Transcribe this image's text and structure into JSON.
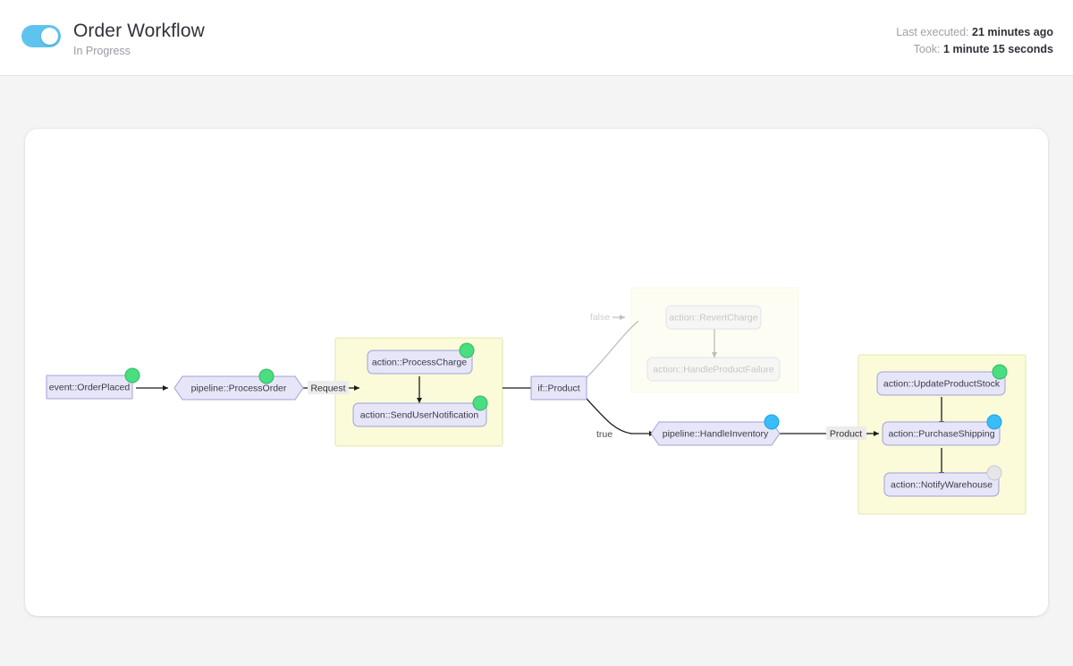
{
  "header": {
    "toggle": {
      "name": "workflow-enabled-toggle",
      "state": "on"
    },
    "title": "Order Workflow",
    "subtitle": "In Progress",
    "meta": [
      {
        "label": "Last executed:",
        "value": "21 minutes ago"
      },
      {
        "label": "Took:",
        "value": "1 minute 15 seconds"
      }
    ]
  },
  "colors": {
    "accent": "#5fc3f0",
    "status_success": "#4ade80",
    "status_running": "#38bdf8",
    "status_pending": "#e2e2e6",
    "node_fill": "#e6e6f8",
    "node_stroke": "#a0a0d8",
    "group_fill": "#fbfbda",
    "group_stroke": "#e4e4a8",
    "canvas_bg": "#f4f4f5"
  },
  "graph": {
    "nodes": [
      {
        "id": "n1",
        "label": "event::OrderPlaced",
        "shape": "rect",
        "status": "success",
        "dimmed": false
      },
      {
        "id": "n2",
        "label": "pipeline::ProcessOrder",
        "shape": "hexagon",
        "status": "success",
        "dimmed": false
      },
      {
        "id": "n3",
        "label": "action::ProcessCharge",
        "shape": "rounded",
        "status": "success",
        "dimmed": false
      },
      {
        "id": "n4",
        "label": "action::SendUserNotification",
        "shape": "rounded",
        "status": "success",
        "dimmed": false
      },
      {
        "id": "n5",
        "label": "if::Product",
        "shape": "rect",
        "status": "none",
        "dimmed": false
      },
      {
        "id": "n6",
        "label": "action::RevertCharge",
        "shape": "rounded",
        "status": "none",
        "dimmed": true
      },
      {
        "id": "n7",
        "label": "action::HandleProductFailure",
        "shape": "rounded",
        "status": "none",
        "dimmed": true
      },
      {
        "id": "n8",
        "label": "pipeline::HandleInventory",
        "shape": "hexagon",
        "status": "running",
        "dimmed": false
      },
      {
        "id": "n9",
        "label": "action::UpdateProductStock",
        "shape": "rounded",
        "status": "success",
        "dimmed": false
      },
      {
        "id": "n10",
        "label": "action::PurchaseShipping",
        "shape": "rounded",
        "status": "running",
        "dimmed": false
      },
      {
        "id": "n11",
        "label": "action::NotifyWarehouse",
        "shape": "rounded",
        "status": "pending",
        "dimmed": false
      }
    ],
    "groups": [
      {
        "id": "g1",
        "dimmed": false
      },
      {
        "id": "g2",
        "dimmed": true
      },
      {
        "id": "g3",
        "dimmed": false
      }
    ],
    "edge_labels": [
      {
        "id": "e1",
        "text": "Request",
        "chip": true,
        "dimmed": false
      },
      {
        "id": "e2",
        "text": "false",
        "chip": false,
        "dimmed": true
      },
      {
        "id": "e3",
        "text": "true",
        "chip": false,
        "dimmed": false
      },
      {
        "id": "e4",
        "text": "Product",
        "chip": true,
        "dimmed": false
      }
    ]
  }
}
